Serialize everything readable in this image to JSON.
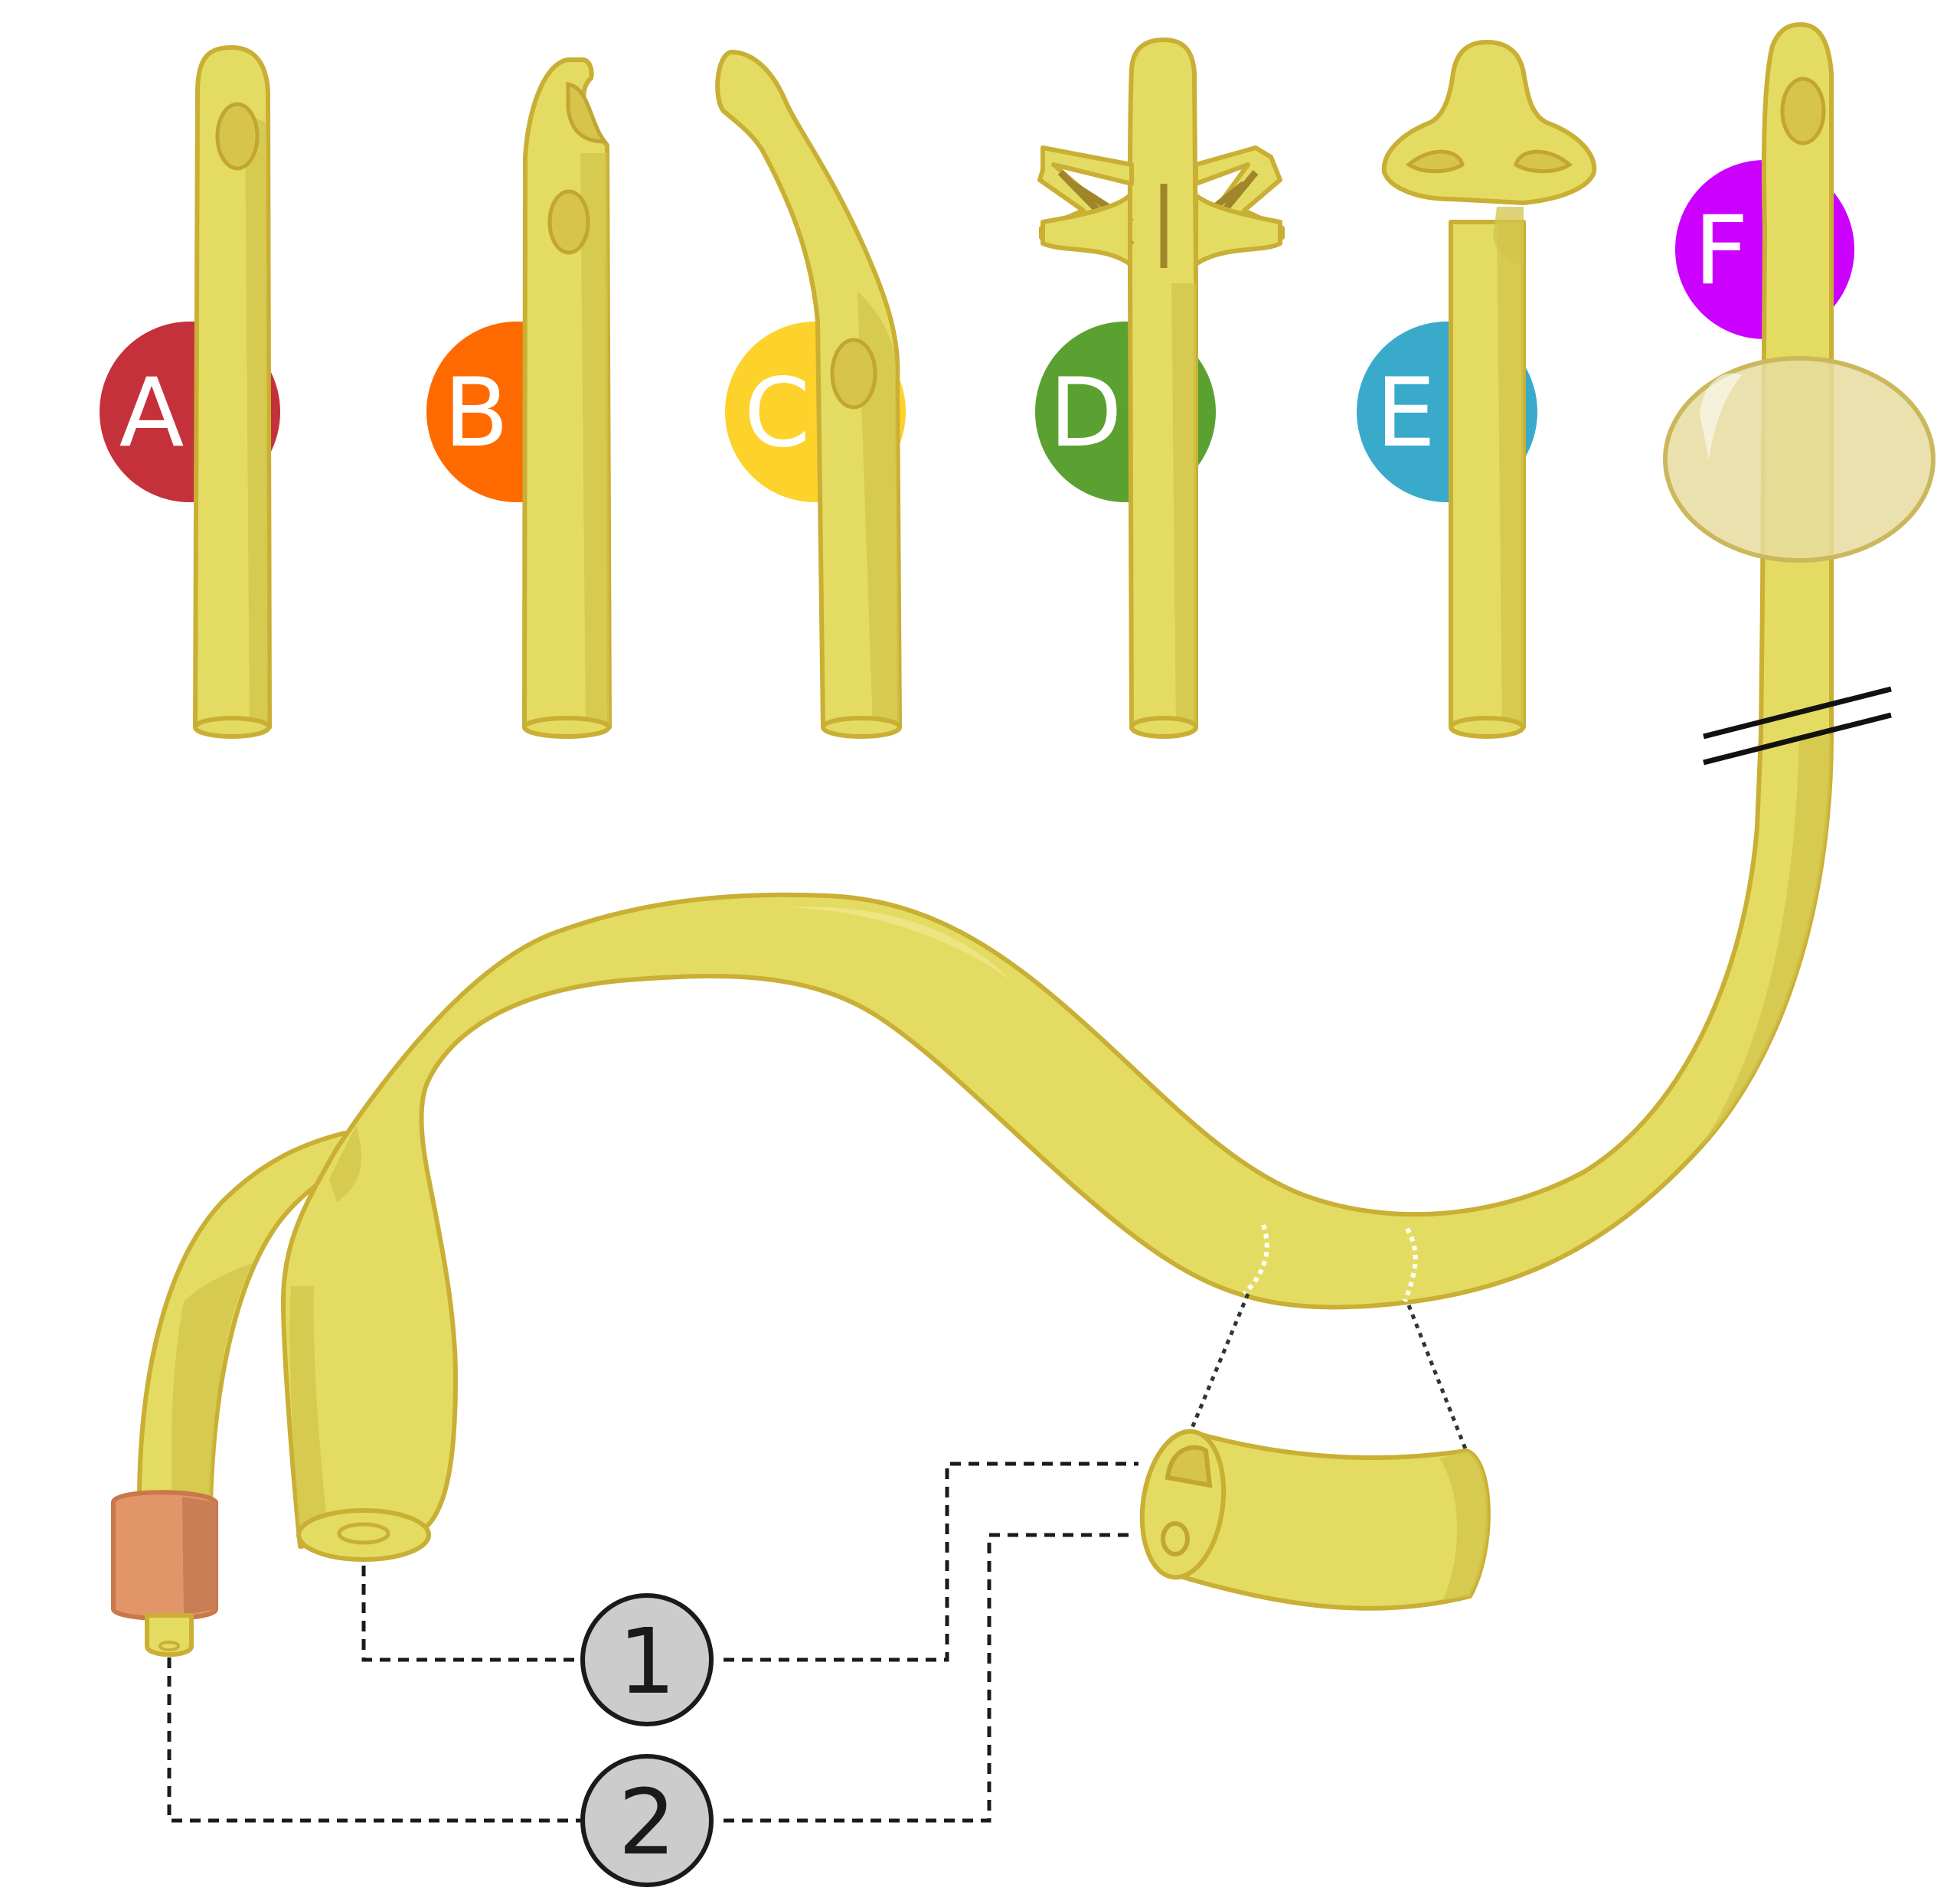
{
  "tips": [
    {
      "label": "A",
      "color": "#c5313a"
    },
    {
      "label": "B",
      "color": "#ff6a00"
    },
    {
      "label": "C",
      "color": "#fdd22a"
    },
    {
      "label": "D",
      "color": "#5ba131"
    },
    {
      "label": "E",
      "color": "#3aaacb"
    },
    {
      "label": "F",
      "color": "#cc00ff"
    }
  ],
  "lumens": [
    {
      "label": "1"
    },
    {
      "label": "2"
    }
  ],
  "colors": {
    "tube_fill": "#e4db62",
    "tube_stroke": "#c9af34",
    "balloon_fill": "#e8dca0",
    "connector_fill": "#e3956a",
    "number_circle_fill": "#cccccc"
  }
}
